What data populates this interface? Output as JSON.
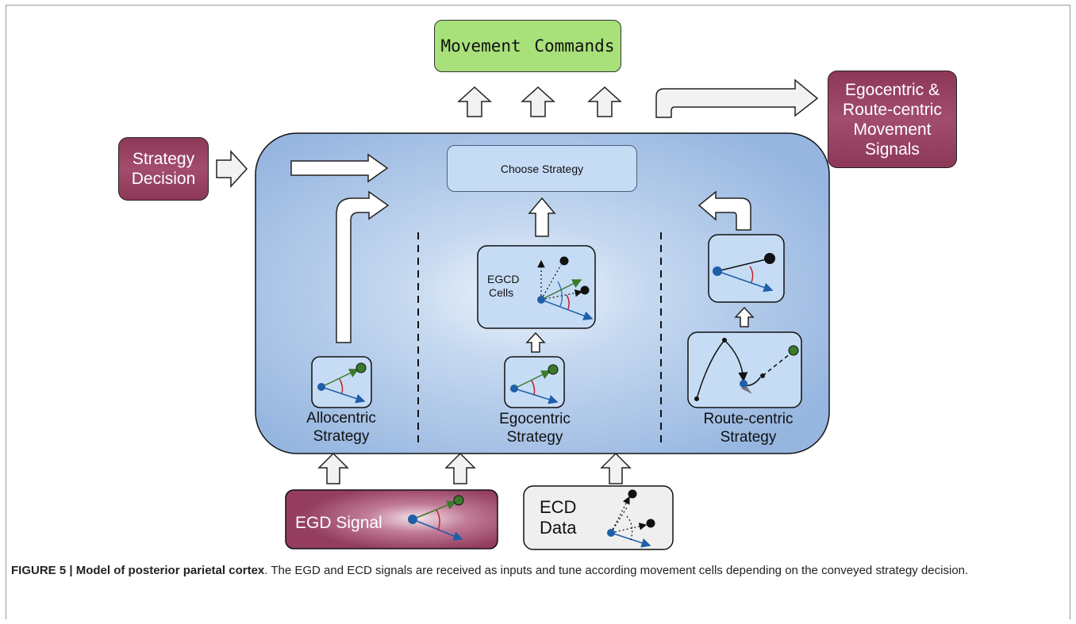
{
  "figure": {
    "top_box": "Movement Commands",
    "output_box": "Egocentric & Route-centric Movement Signals",
    "output_box_lines": [
      "Egocentric &",
      "Route-centric",
      "Movement",
      "Signals"
    ],
    "input_decision_lines": [
      "Strategy",
      "Decision"
    ],
    "choose_strategy": "Choose Strategy",
    "egcd_cells_lines": [
      "EGCD",
      "Cells"
    ],
    "strategies": [
      {
        "lines": [
          "Allocentric",
          "Strategy"
        ]
      },
      {
        "lines": [
          "Egocentric",
          "Strategy"
        ]
      },
      {
        "lines": [
          "Route-centric",
          "Strategy"
        ]
      }
    ],
    "egd_signal": "EGD Signal",
    "ecd_data_lines": [
      "ECD",
      "Data"
    ]
  },
  "caption": {
    "label": "FIGURE 5 | Model of posterior parietal cortex",
    "text": ". The EGD and ECD signals are received as inputs and tune according movement cells depending on the conveyed strategy decision."
  },
  "colors": {
    "maroon": "#9b4466",
    "green_box": "#a8e07a",
    "panel_blue": "#9bbbe3",
    "light_blue": "#c6dcf5",
    "arrow_fill": "#f2f2f2",
    "vector_blue": "#1f5fa8",
    "vector_green": "#3a7a2a",
    "angle_red": "#c0202a"
  }
}
